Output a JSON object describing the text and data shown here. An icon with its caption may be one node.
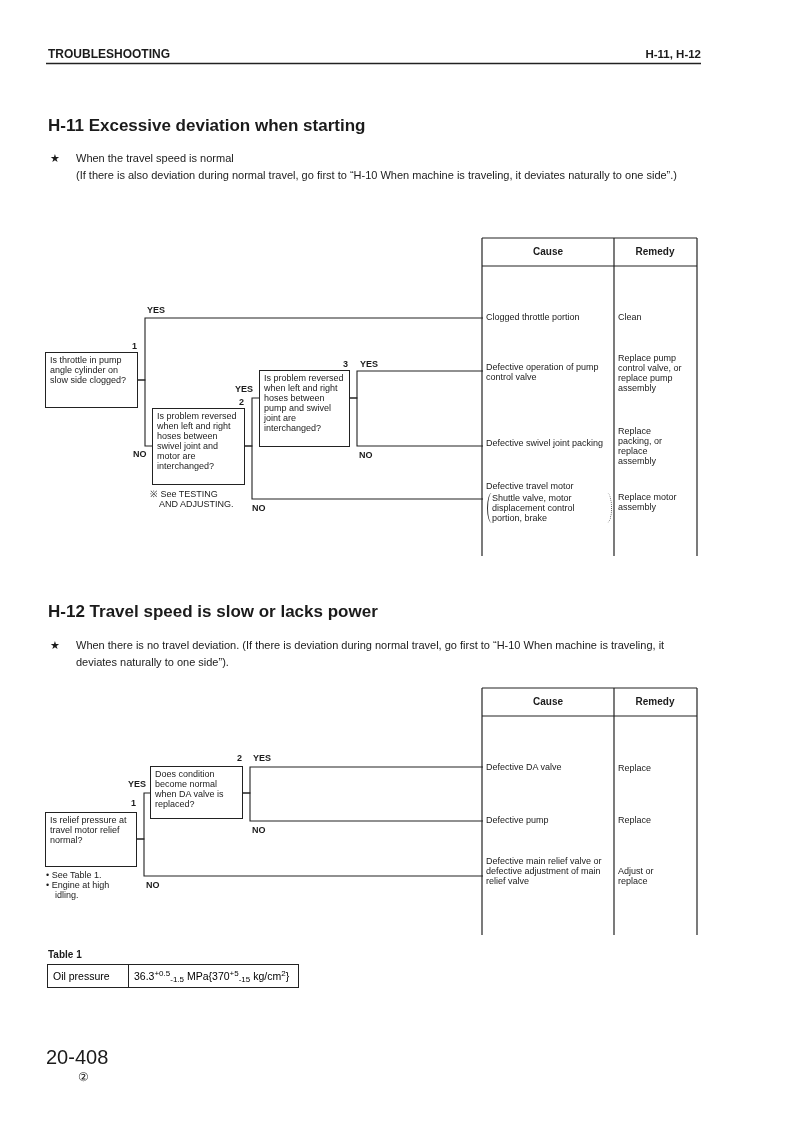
{
  "diagram": {
    "title": "TROUBLESHOOTING",
    "nodes": [
      {
        "text": [
          "Is throttle in pump angle cylinder on slow side clogged?"
        ],
        "beside": [
          "1"
        ]
      },
      {
        "text": [
          "Is problem reversed when left and right hoses between swivel joint and motor are interchanged?"
        ],
        "beside": [
          "2",
          "※ See TESTING AND ADJUSTING."
        ]
      },
      {
        "text": [
          "Is problem reversed when left and right hoses between pump and swivel joint are interchanged?"
        ],
        "beside": [
          "3"
        ]
      },
      {
        "text": [
          "Clogged throttle portion"
        ]
      },
      {
        "text": [
          "Defective operation of pump control valve"
        ]
      },
      {
        "text": [
          "Defective swivel joint packing"
        ]
      },
      {
        "text": [
          "Defective travel motor",
          "Shuttle valve, motor displacement control portion, brake"
        ]
      },
      {
        "text": [
          "Is relief pressure at travel motor relief normal?"
        ],
        "beside": [
          "1",
          "• See Table 1.",
          "• Engine at high idling."
        ]
      },
      {
        "text": [
          "Does condition become normal when DA valve is replaced?"
        ],
        "beside": [
          "2"
        ]
      },
      {
        "text": [
          "Defective DA valve"
        ]
      },
      {
        "text": [
          "Defective pump"
        ]
      },
      {
        "text": [
          "Defective main relief valve or defective adjustment of main relief valve"
        ]
      }
    ],
    "edges": [
      {
        "from": 0,
        "to": 3,
        "arrow": "none",
        "label": "YES"
      },
      {
        "from": 0,
        "to": 1,
        "arrow": "none",
        "label": "NO"
      },
      {
        "from": 1,
        "to": 2,
        "arrow": "none",
        "label": "YES"
      },
      {
        "from": 1,
        "to": 6,
        "arrow": "none",
        "label": "NO"
      },
      {
        "from": 2,
        "to": 4,
        "arrow": "none",
        "label": "YES"
      },
      {
        "from": 2,
        "to": 5,
        "arrow": "none",
        "label": "NO"
      },
      {
        "from": 7,
        "to": 8,
        "arrow": "none",
        "label": "YES"
      },
      {
        "from": 7,
        "to": 11,
        "arrow": "none",
        "label": "NO"
      },
      {
        "from": 8,
        "to": 9,
        "arrow": "none",
        "label": "YES"
      },
      {
        "from": 8,
        "to": 10,
        "arrow": "none",
        "label": "NO"
      }
    ],
    "labels": [
      "H-11, H-12",
      "H-11 Excessive deviation when starting",
      "★",
      "When the travel speed is normal",
      "(If there is also deviation during normal travel, go first to “H-10 When machine is traveling, it deviates naturally to one side”.)",
      "Cause",
      "Remedy",
      "Clean",
      "Replace pump control valve, or replace pump assembly",
      "Replace packing, or replace assembly",
      "Replace motor assembly",
      "H-12 Travel speed is slow or lacks power",
      "★",
      "When there is no travel deviation. (If there is deviation during normal travel, go first to “H-10 When machine is traveling, it deviates naturally to one side”).",
      "Cause",
      "Remedy",
      "Replace",
      "Replace",
      "Adjust or replace",
      "Table 1",
      "Oil pressure",
      "36.3$^{+0.5}$$_{-1.5}$ MPa{370$^{+5}$$_{-15}$ kg/cm$^{2}$}",
      "20-408",
      "②"
    ]
  }
}
